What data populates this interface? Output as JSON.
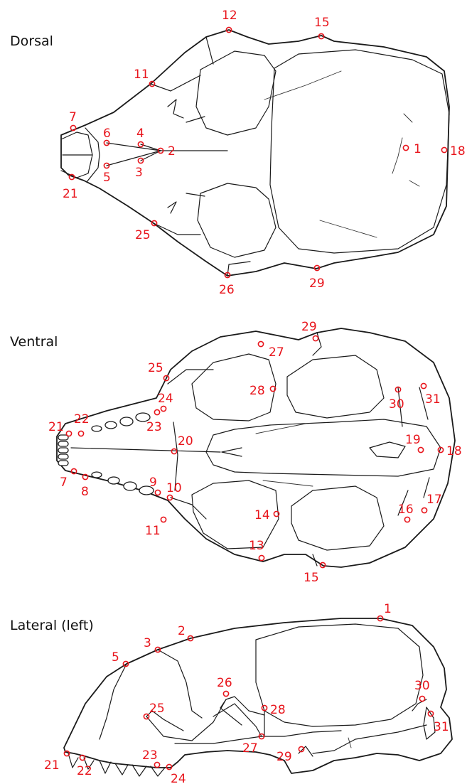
{
  "landmark_color": "#e8141b",
  "line_color": "#1a1a1a",
  "views": [
    {
      "id": "dorsal",
      "title": "Dorsal",
      "landmarks": [
        {
          "label": "1"
        },
        {
          "label": "2"
        },
        {
          "label": "3"
        },
        {
          "label": "4"
        },
        {
          "label": "5"
        },
        {
          "label": "6"
        },
        {
          "label": "7"
        },
        {
          "label": "11"
        },
        {
          "label": "12"
        },
        {
          "label": "15"
        },
        {
          "label": "18"
        },
        {
          "label": "21"
        },
        {
          "label": "25"
        },
        {
          "label": "26"
        },
        {
          "label": "29"
        }
      ]
    },
    {
      "id": "ventral",
      "title": "Ventral",
      "landmarks": [
        {
          "label": "7"
        },
        {
          "label": "8"
        },
        {
          "label": "9"
        },
        {
          "label": "10"
        },
        {
          "label": "11"
        },
        {
          "label": "13"
        },
        {
          "label": "14"
        },
        {
          "label": "15"
        },
        {
          "label": "16"
        },
        {
          "label": "17"
        },
        {
          "label": "18"
        },
        {
          "label": "19"
        },
        {
          "label": "20"
        },
        {
          "label": "21"
        },
        {
          "label": "22"
        },
        {
          "label": "23"
        },
        {
          "label": "24"
        },
        {
          "label": "25"
        },
        {
          "label": "27"
        },
        {
          "label": "28"
        },
        {
          "label": "29"
        },
        {
          "label": "30"
        },
        {
          "label": "31"
        }
      ]
    },
    {
      "id": "lateral",
      "title": "Lateral (left)",
      "landmarks": [
        {
          "label": "1"
        },
        {
          "label": "2"
        },
        {
          "label": "3"
        },
        {
          "label": "5"
        },
        {
          "label": "21"
        },
        {
          "label": "22"
        },
        {
          "label": "23"
        },
        {
          "label": "24"
        },
        {
          "label": "25"
        },
        {
          "label": "26"
        },
        {
          "label": "27"
        },
        {
          "label": "28"
        },
        {
          "label": "29"
        },
        {
          "label": "30"
        },
        {
          "label": "31"
        }
      ]
    }
  ]
}
